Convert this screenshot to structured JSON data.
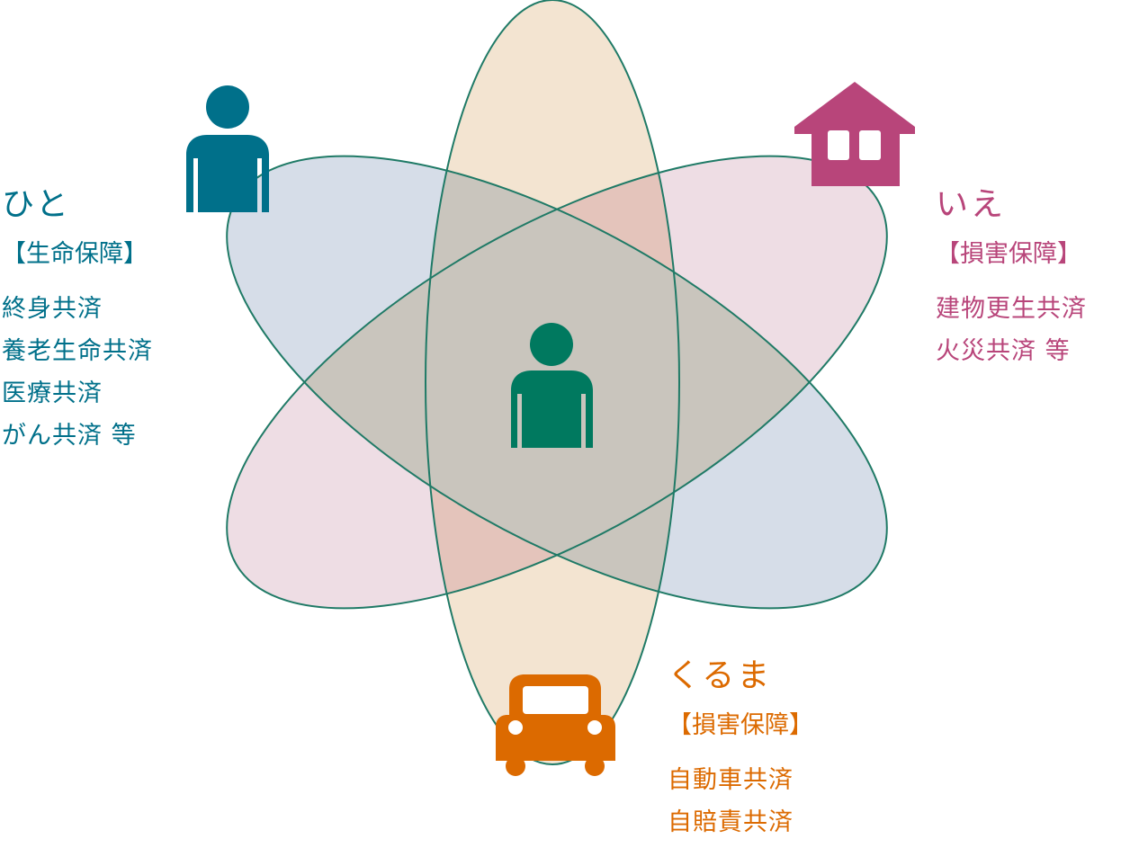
{
  "colors": {
    "outline": "#1f7a66",
    "center_fill": "#c9c5bd",
    "hito": "#00708a",
    "ie": "#b8457a",
    "kuruma": "#dc6a00",
    "center_person": "#00795f",
    "ellipse_vertical_fill": "#f3e4d1",
    "ellipse_blue_fill": "#d6dde8",
    "ellipse_pink_fill": "#eedde4",
    "overlap_pink_orange": "#e4c4bb"
  },
  "icons": {
    "center": "person-icon",
    "hito": "person-icon",
    "ie": "house-icon",
    "kuruma": "car-icon"
  },
  "hito": {
    "title": "ひと",
    "subtitle": "【生命保障】",
    "items": [
      "終身共済",
      "養老生命共済",
      "医療共済",
      "がん共済 等"
    ]
  },
  "ie": {
    "title": "いえ",
    "subtitle": "【損害保障】",
    "items": [
      "建物更生共済",
      "火災共済 等"
    ]
  },
  "kuruma": {
    "title": "くるま",
    "subtitle": "【損害保障】",
    "items": [
      "自動車共済",
      "自賠責共済"
    ]
  }
}
